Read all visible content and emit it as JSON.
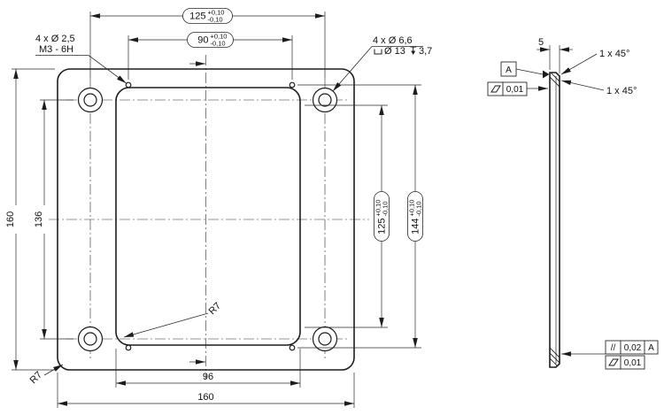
{
  "front_view": {
    "notes": {
      "tapped_line1": "4 x Ø 2,5",
      "tapped_line2": "M3 - 6H",
      "cbore_line1": "4 x Ø 6,6",
      "cbore_dia": "Ø 13",
      "cbore_depth": "3,7"
    },
    "dims": {
      "hole_pitch_x": "125",
      "slot_pitch_x": "90",
      "plate_height": "160",
      "hole_pitch_y": "136",
      "pocket_width": "96",
      "plate_width": "160",
      "pocket_height": "125",
      "slot_pitch_y": "144",
      "tol_plus": "+0,10",
      "tol_minus": "-0,10",
      "corner_radius_inner": "R7",
      "corner_radius_outer": "R7"
    }
  },
  "side_view": {
    "dims": {
      "thickness": "5"
    },
    "notes": {
      "chamfer_top": "1 x 45°",
      "chamfer_side": "1 x 45°"
    },
    "gdt": {
      "datum_label": "A",
      "flatness_face_value": "0,01",
      "parallelism_symbol": "//",
      "parallelism_value": "0,02",
      "parallelism_datum": "A",
      "flatness_back_value": "0,01"
    }
  },
  "icons": {
    "counterbore": "open-top-bracket",
    "depth": "down-arrow-with-bar",
    "flatness": "parallelogram",
    "datum": "filled-triangle"
  }
}
